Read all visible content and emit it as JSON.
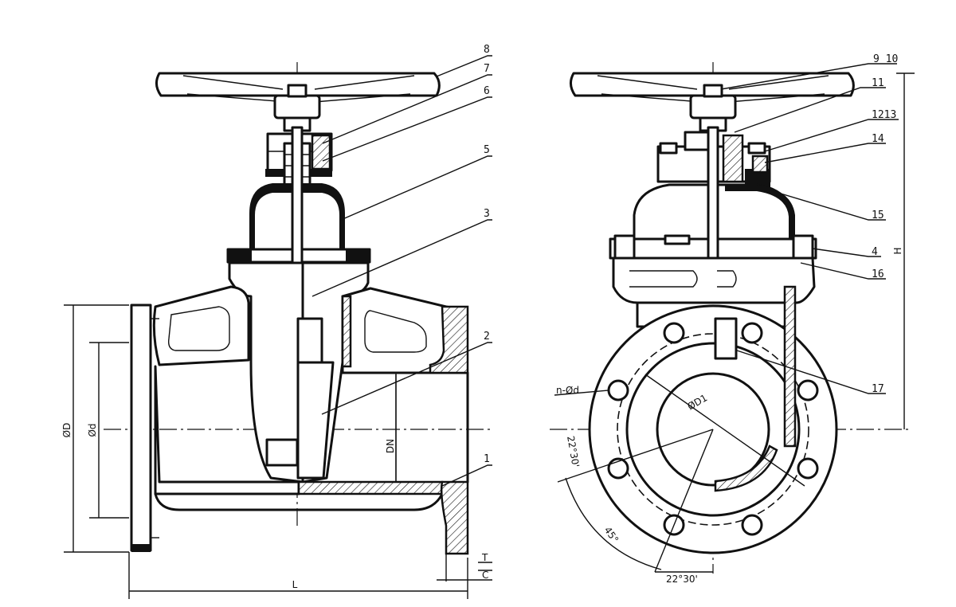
{
  "labels": {
    "p1": "1",
    "p2": "2",
    "p3": "3",
    "p4": "4",
    "p5": "5",
    "p6": "6",
    "p7": "7",
    "p8": "8",
    "p910": "9 10",
    "p11": "11",
    "p1213": "1213",
    "p14": "14",
    "p15": "15",
    "p16": "16",
    "p17": "17"
  },
  "dimensions": {
    "D": "ØD",
    "d": "Ød",
    "DN": "DN",
    "L": "L",
    "T": "T",
    "C": "C",
    "H": "H",
    "nd": "n-Ød",
    "D1": "ØD1",
    "a1": "22°30'",
    "a2": "45°",
    "a3": "22°30'"
  }
}
